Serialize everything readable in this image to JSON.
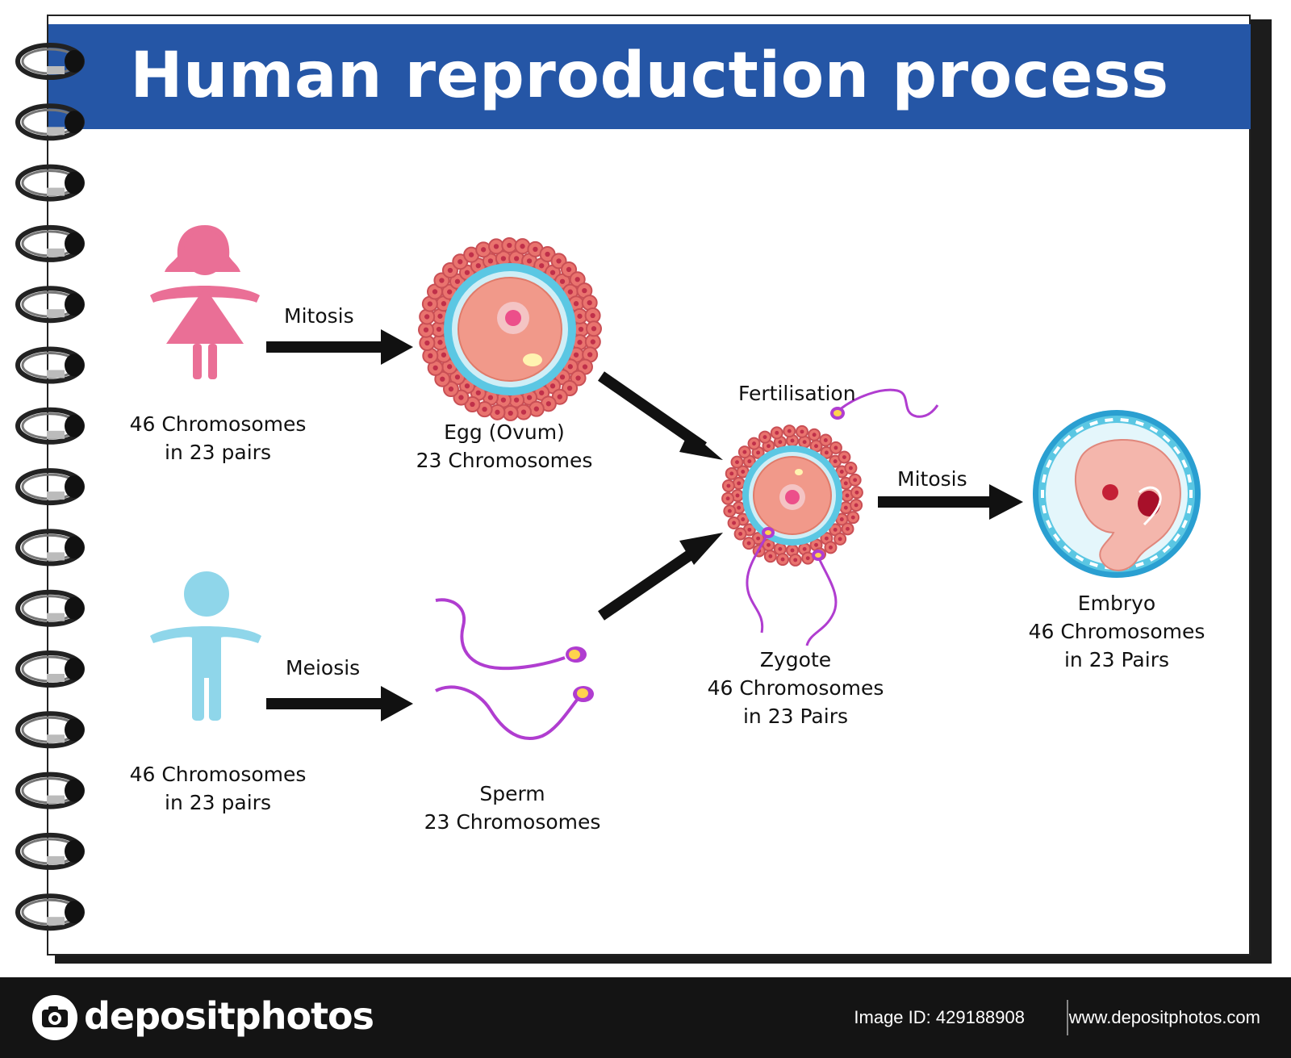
{
  "title": "Human reproduction process",
  "left_column": {
    "female_caption_line1": "46 Chromosomes",
    "female_caption_line2": "in 23 pairs",
    "male_caption_line1": "46 Chromosomes",
    "male_caption_line2": "in 23 pairs"
  },
  "arrows": {
    "female_to_egg": "Mitosis",
    "male_to_sperm": "Meiosis",
    "zygote_to_embryo": "Mitosis"
  },
  "egg": {
    "line1": "Egg (Ovum)",
    "line2": "23 Chromosomes"
  },
  "sperm": {
    "line1": "Sperm",
    "line2": "23 Chromosomes"
  },
  "fertilisation": "Fertilisation",
  "zygote": {
    "line1": "Zygote",
    "line2": "46 Chromosomes",
    "line3": "in 23 Pairs"
  },
  "embryo": {
    "line1": "Embryo",
    "line2": "46 Chromosomes",
    "line3": "in 23 Pairs"
  },
  "footer": {
    "brand": "depositphotos",
    "image_id": "Image ID: 429188908",
    "site": "www.depositphotos.com"
  },
  "colors": {
    "header_blue": "#2556a6",
    "female_pink": "#ea6f96",
    "male_blue": "#8fd6ea",
    "cell_pink": "#f1998a",
    "membrane_blue": "#5bc7e3",
    "sperm_purple": "#b03dd0"
  },
  "icons": [
    "spiral-ring-icon",
    "female-figure-icon",
    "male-figure-icon",
    "egg-cell-icon",
    "sperm-icon",
    "zygote-icon",
    "embryo-icon",
    "arrow-icon",
    "camera-logo-icon"
  ]
}
